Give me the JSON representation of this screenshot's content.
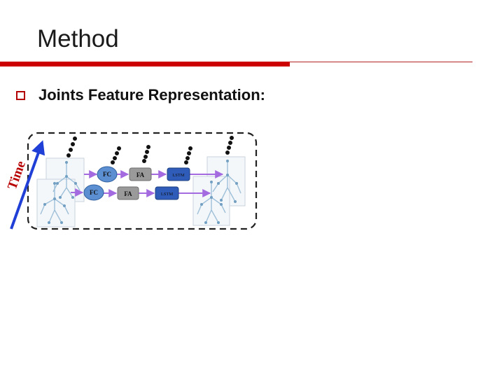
{
  "slide": {
    "title": "Method",
    "bullet": "Joints Feature Representation:"
  },
  "diagram": {
    "axis_label": "Time",
    "rows": [
      {
        "nodes": [
          "FC",
          "FA",
          "LSTM"
        ]
      },
      {
        "nodes": [
          "FC",
          "FA",
          "LSTM"
        ]
      }
    ]
  },
  "colors": {
    "accent_red": "#cc0000",
    "fc_blue": "#5b8fd1",
    "fa_gray": "#9a9a9a",
    "lstm_blue": "#2e5cb8",
    "arrow_purple": "#a46be0",
    "time_arrow": "#1f3fd6"
  }
}
